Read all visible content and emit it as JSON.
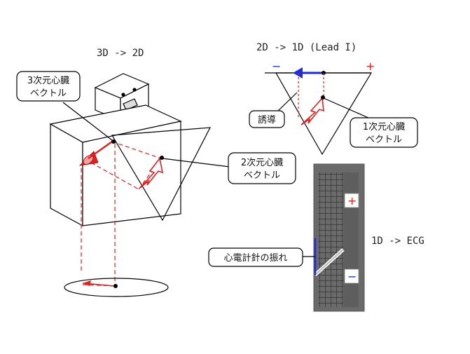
{
  "headings": {
    "three_to_two": "3D -> 2D",
    "two_to_one": "2D -> 1D (Lead I)",
    "one_to_ecg": "1D -> ECG"
  },
  "callouts": {
    "vector_3d_line1": "3次元心臓",
    "vector_3d_line2": "ベクトル",
    "lead": "誘導",
    "vector_1d_line1": "1次元心臓",
    "vector_1d_line2": "ベクトル",
    "vector_2d_line1": "2次元心臓",
    "vector_2d_line2": "ベクトル",
    "needle": "心電計針の振れ"
  },
  "signs": {
    "lead_minus": "−",
    "lead_plus": "+",
    "ecg_plus": "+",
    "ecg_minus": "−"
  },
  "colors": {
    "vector_red": "#e02020",
    "vector_blue": "#1a2ee0",
    "ecg_grey": "#6a6a6a",
    "ecg_grid": "#2a2a2a",
    "line": "#000000"
  }
}
